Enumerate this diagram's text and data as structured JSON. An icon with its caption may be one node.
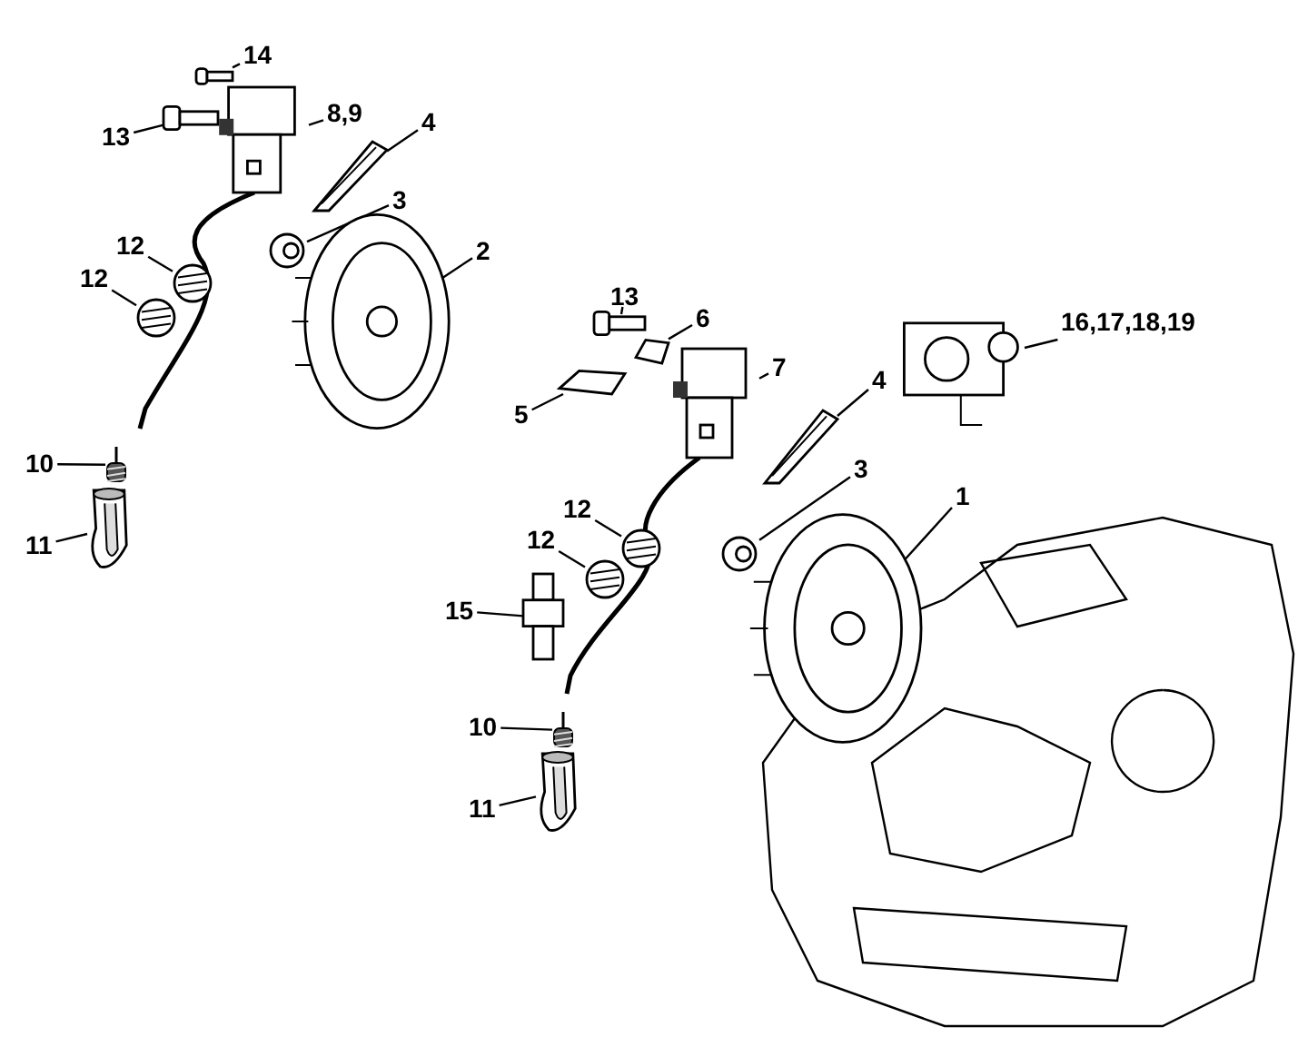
{
  "diagram": {
    "nodes": [
      {
        "text": [
          "14"
        ]
      },
      {
        "text": [
          "13"
        ]
      },
      {
        "text": [
          "8,9"
        ]
      },
      {
        "text": [
          "4"
        ]
      },
      {
        "text": [
          "3"
        ]
      },
      {
        "text": [
          "2"
        ]
      },
      {
        "text": [
          "12"
        ]
      },
      {
        "text": [
          "12"
        ]
      },
      {
        "text": [
          "10"
        ]
      },
      {
        "text": [
          "11"
        ]
      },
      {
        "text": [
          "13"
        ]
      },
      {
        "text": [
          "6"
        ]
      },
      {
        "text": [
          "5"
        ]
      },
      {
        "text": [
          "7"
        ]
      },
      {
        "text": [
          "4"
        ]
      },
      {
        "text": [
          "3"
        ]
      },
      {
        "text": [
          "1"
        ]
      },
      {
        "text": [
          "12"
        ]
      },
      {
        "text": [
          "12"
        ]
      },
      {
        "text": [
          "15"
        ]
      },
      {
        "text": [
          "10"
        ]
      },
      {
        "text": [
          "11"
        ]
      },
      {
        "text": [
          "16,17,18,19"
        ]
      },
      {
        "text": [],
        "shape": "picture"
      },
      {
        "text": [],
        "shape": "picture"
      },
      {
        "text": [],
        "shape": "picture"
      },
      {
        "text": [],
        "shape": "picture"
      },
      {
        "text": [],
        "shape": "picture"
      },
      {
        "text": [],
        "shape": "picture"
      },
      {
        "text": [],
        "shape": "picture"
      },
      {
        "text": [],
        "shape": "picture"
      },
      {
        "text": [],
        "shape": "picture"
      },
      {
        "text": [],
        "shape": "picture"
      },
      {
        "text": [],
        "shape": "picture"
      },
      {
        "text": [],
        "shape": "picture"
      },
      {
        "text": [],
        "shape": "picture"
      },
      {
        "text": [],
        "shape": "picture"
      },
      {
        "text": [],
        "shape": "picture"
      },
      {
        "text": [],
        "shape": "picture"
      },
      {
        "text": [],
        "shape": "picture"
      },
      {
        "text": [],
        "shape": "picture"
      },
      {
        "text": [],
        "shape": "picture"
      },
      {
        "text": [],
        "shape": "picture"
      },
      {
        "text": [],
        "shape": "picture"
      },
      {
        "text": [],
        "shape": "picture"
      },
      {
        "text": [],
        "shape": "picture"
      }
    ],
    "edges": [
      {
        "from": 0,
        "to": 23,
        "arrow": "none"
      },
      {
        "from": 1,
        "to": 24,
        "arrow": "none"
      },
      {
        "from": 2,
        "to": 25,
        "arrow": "none"
      },
      {
        "from": 3,
        "to": 26,
        "arrow": "none"
      },
      {
        "from": 4,
        "to": 27,
        "arrow": "none"
      },
      {
        "from": 5,
        "to": 28,
        "arrow": "none"
      },
      {
        "from": 6,
        "to": 29,
        "arrow": "none"
      },
      {
        "from": 7,
        "to": 30,
        "arrow": "none"
      },
      {
        "from": 8,
        "to": 31,
        "arrow": "none"
      },
      {
        "from": 9,
        "to": 32,
        "arrow": "none"
      },
      {
        "from": 10,
        "to": 33,
        "arrow": "none"
      },
      {
        "from": 11,
        "to": 34,
        "arrow": "none"
      },
      {
        "from": 12,
        "to": 35,
        "arrow": "none"
      },
      {
        "from": 13,
        "to": 36,
        "arrow": "none"
      },
      {
        "from": 14,
        "to": 37,
        "arrow": "none"
      },
      {
        "from": 15,
        "to": 38,
        "arrow": "none"
      },
      {
        "from": 16,
        "to": 39,
        "arrow": "none"
      },
      {
        "from": 17,
        "to": 40,
        "arrow": "none"
      },
      {
        "from": 18,
        "to": 41,
        "arrow": "none"
      },
      {
        "from": 19,
        "to": 42,
        "arrow": "none"
      },
      {
        "from": 20,
        "to": 43,
        "arrow": "none"
      },
      {
        "from": 21,
        "to": 44,
        "arrow": "none"
      },
      {
        "from": 22,
        "to": 45,
        "arrow": "none"
      }
    ]
  }
}
